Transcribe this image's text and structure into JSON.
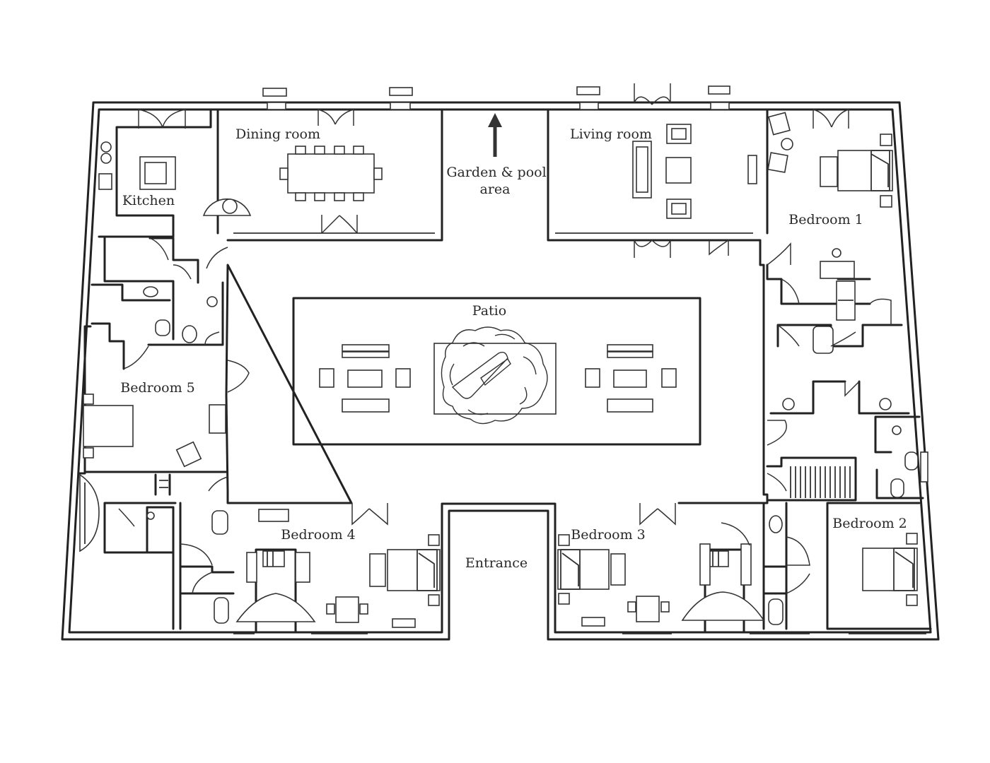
{
  "rooms": {
    "dining": "Dining room",
    "garden_line1": "Garden & pool",
    "garden_line2": "area",
    "living": "Living room",
    "kitchen": "Kitchen",
    "bedroom1": "Bedroom 1",
    "patio": "Patio",
    "bedroom5": "Bedroom 5",
    "bedroom4": "Bedroom 4",
    "entrance": "Entrance",
    "bedroom3": "Bedroom 3",
    "bedroom2": "Bedroom 2"
  },
  "icons": {
    "arrow": "arrow-up-icon",
    "tree": "tree-icon",
    "bed": "bed-icon",
    "door": "door-swing-icon"
  }
}
